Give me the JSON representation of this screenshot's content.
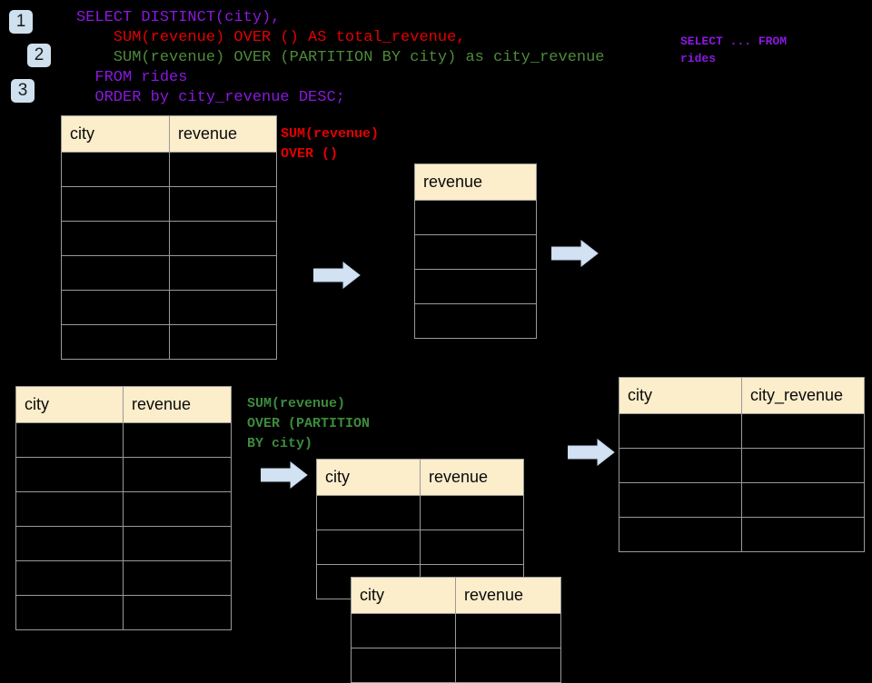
{
  "theme": {
    "background": "#000000",
    "header_fill": "#FCEDCB",
    "grid_line": "#9a9a9a",
    "arrow_fill": "#d2e2f3",
    "arrow_stroke": "#b9cde3",
    "badge_fill": "#cfe0ef",
    "purple": "#8B18E0",
    "red": "#E30000",
    "green": "#4E8A3A"
  },
  "badges": [
    {
      "label": "1"
    },
    {
      "label": "2"
    },
    {
      "label": "3"
    }
  ],
  "sql": {
    "line1": "SELECT DISTINCT(city),",
    "line2": "    SUM(revenue) OVER () AS total_revenue,",
    "line3": "    SUM(revenue) OVER (PARTITION BY city) as city_revenue",
    "line4": "  FROM rides",
    "line5": "  ORDER by city_revenue DESC;"
  },
  "sidenote": {
    "text": "SELECT ... FROM\nrides"
  },
  "annotations": {
    "total_revenue": "SUM(revenue)\nOVER ()",
    "city_revenue": "SUM(revenue)\nOVER (PARTITION\nBY city)"
  },
  "tables": {
    "rides_top": {
      "headers": [
        "city",
        "revenue"
      ],
      "body_rows": 6
    },
    "total_revenue": {
      "headers": [
        "revenue"
      ],
      "body_rows": 4
    },
    "rides_bottom": {
      "headers": [
        "city",
        "revenue"
      ],
      "body_rows": 6
    },
    "partition_back": {
      "headers": [
        "city",
        "revenue"
      ],
      "body_rows": 3
    },
    "partition_front": {
      "headers": [
        "city",
        "revenue"
      ],
      "body_rows": 2
    },
    "result": {
      "headers": [
        "city",
        "city_revenue"
      ],
      "body_rows": 4
    }
  },
  "arrows": [
    {
      "name": "arrow-top-left"
    },
    {
      "name": "arrow-top-right"
    },
    {
      "name": "arrow-bottom-left"
    },
    {
      "name": "arrow-bottom-right"
    }
  ]
}
